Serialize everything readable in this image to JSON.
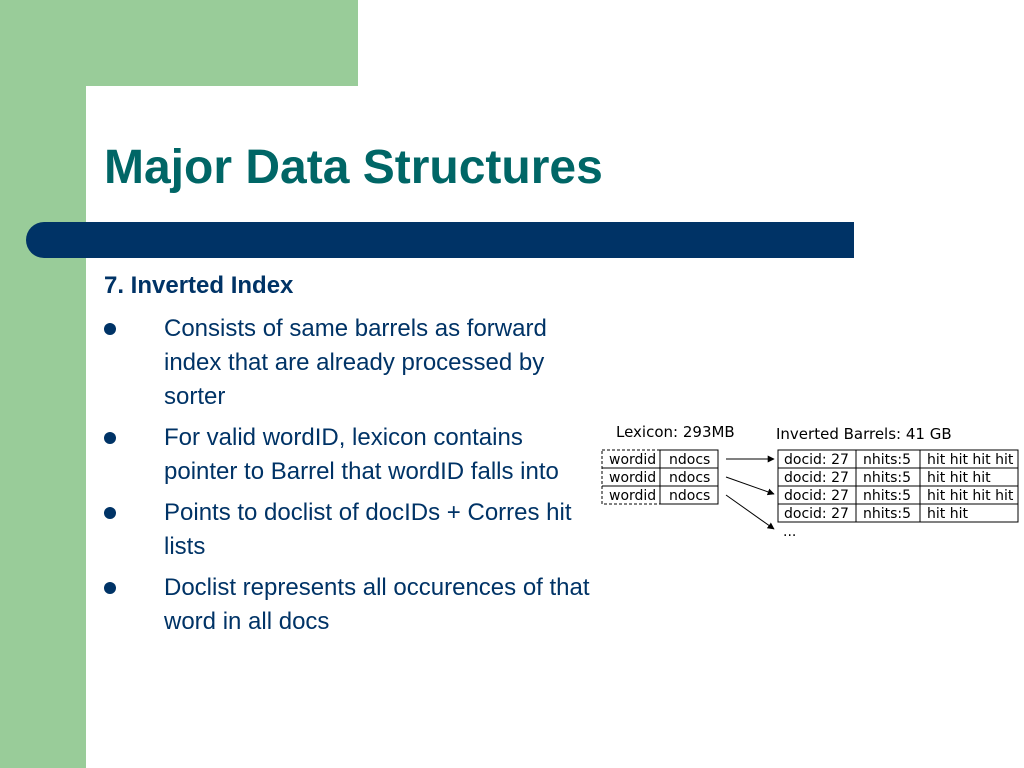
{
  "slide": {
    "title": "Major Data Structures",
    "section_heading": "7. Inverted Index",
    "bullets": [
      "Consists of same barrels as forward index that are already processed by sorter",
      "For valid wordID, lexicon contains pointer to Barrel that wordID falls into",
      "Points to doclist of docIDs + Corres hit lists",
      "Doclist represents all occurences of that word in all docs"
    ]
  },
  "diagram": {
    "lexicon_label": "Lexicon: 293MB",
    "barrels_label": "Inverted Barrels: 41 GB",
    "lexicon_rows": [
      {
        "wordid": "wordid",
        "ndocs": "ndocs"
      },
      {
        "wordid": "wordid",
        "ndocs": "ndocs"
      },
      {
        "wordid": "wordid",
        "ndocs": "ndocs"
      }
    ],
    "barrel_rows": [
      {
        "docid": "docid: 27",
        "nhits": "nhits:5",
        "hits": "hit hit hit hit"
      },
      {
        "docid": "docid: 27",
        "nhits": "nhits:5",
        "hits": "hit hit hit"
      },
      {
        "docid": "docid: 27",
        "nhits": "nhits:5",
        "hits": "hit hit hit hit"
      },
      {
        "docid": "docid: 27",
        "nhits": "nhits:5",
        "hits": "hit hit"
      }
    ],
    "ellipsis": "..."
  },
  "colors": {
    "green": "#99cc99",
    "title": "#006666",
    "navy": "#003366"
  }
}
